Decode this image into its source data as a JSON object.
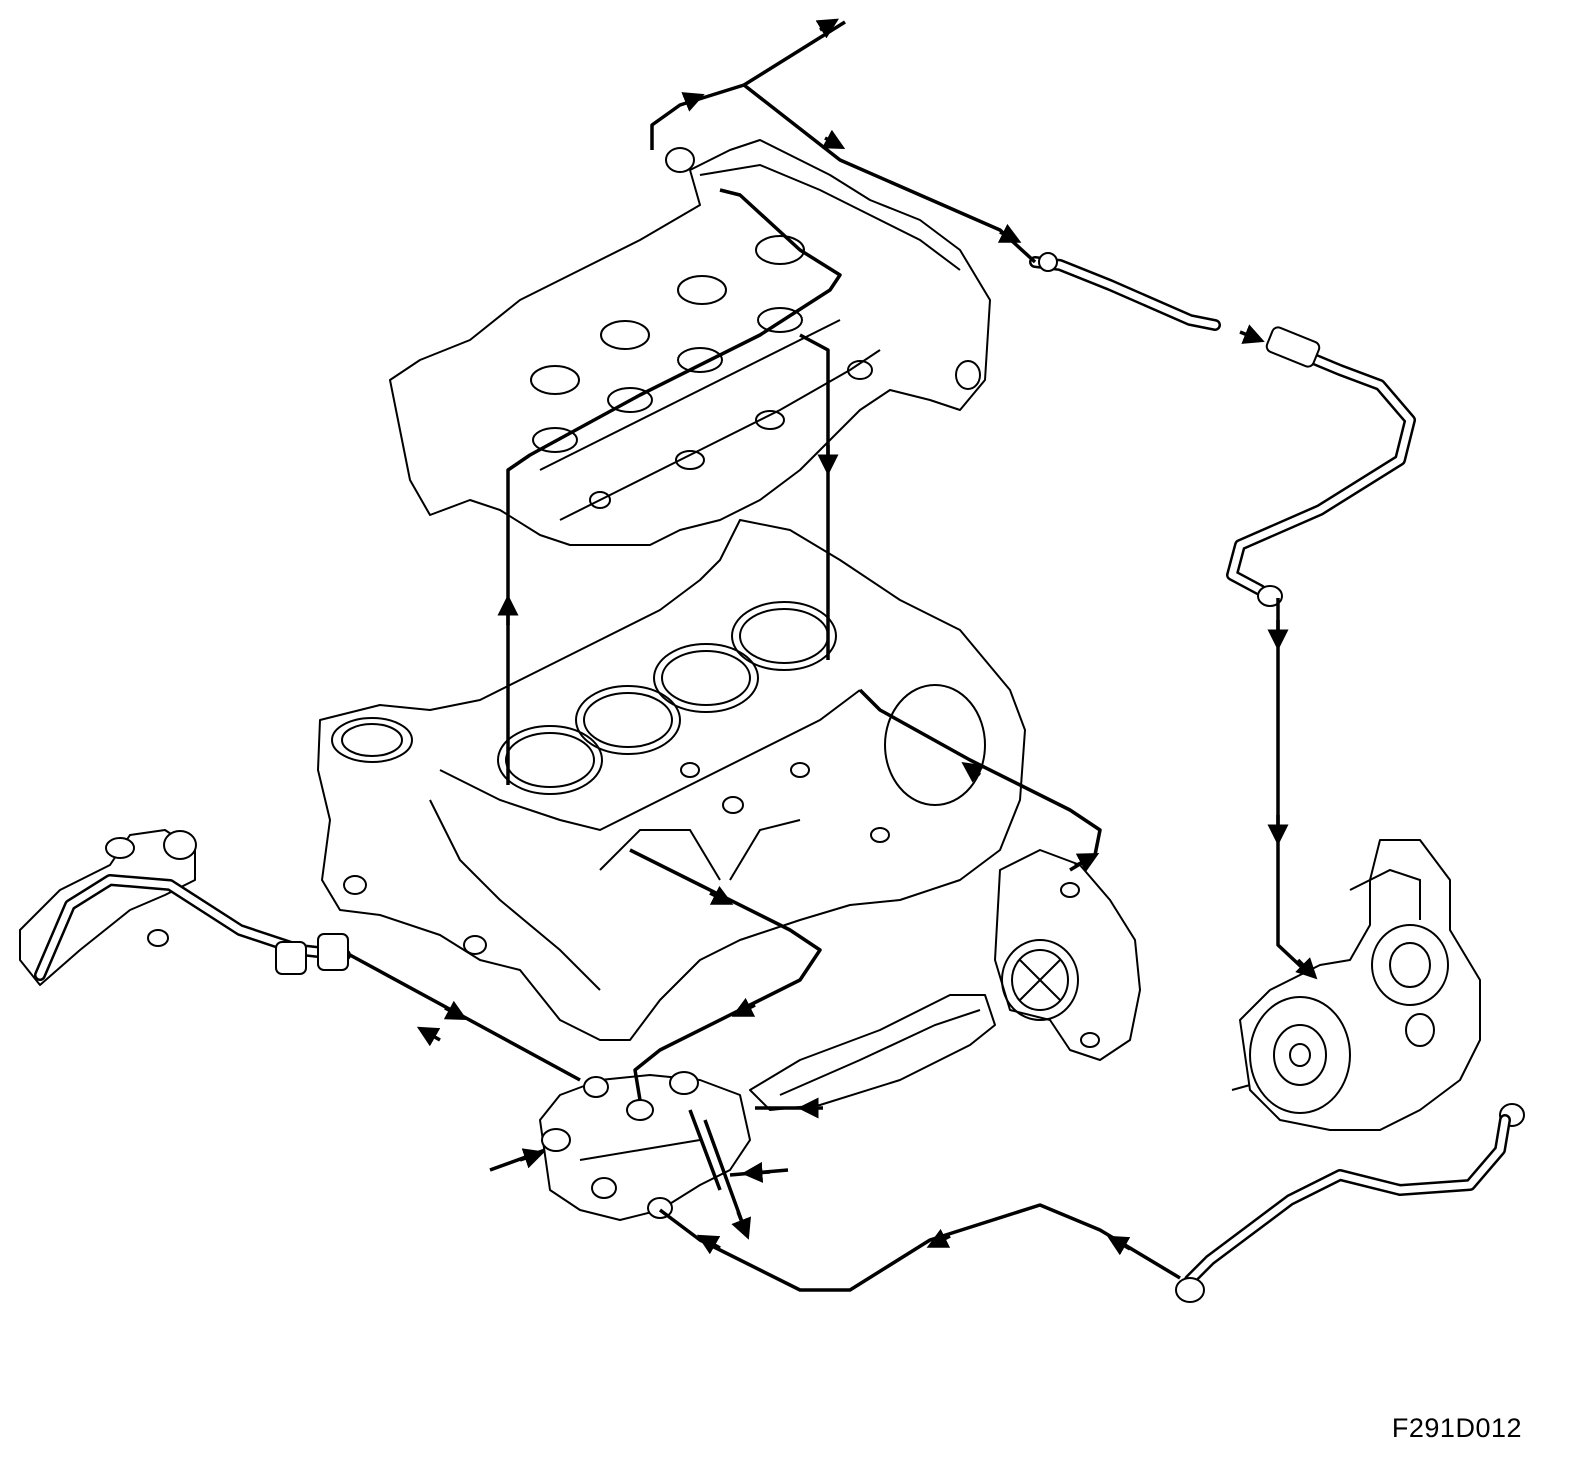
{
  "figure": {
    "reference_code": "F291D012",
    "components": [
      {
        "id": "cylinder-head",
        "icon": "cylinder-head-icon"
      },
      {
        "id": "cylinder-block",
        "icon": "cylinder-block-icon"
      },
      {
        "id": "turbocharger",
        "icon": "turbocharger-icon"
      },
      {
        "id": "water-pump",
        "icon": "water-pump-icon"
      },
      {
        "id": "thermostat-housing",
        "icon": "thermostat-housing-icon"
      },
      {
        "id": "heater-pipe",
        "icon": "pipe-icon"
      },
      {
        "id": "turbo-coolant-feed-pipe",
        "icon": "pipe-icon"
      },
      {
        "id": "turbo-coolant-return-pipe",
        "icon": "pipe-icon"
      }
    ],
    "line_color": "#000000",
    "background": "#ffffff"
  }
}
